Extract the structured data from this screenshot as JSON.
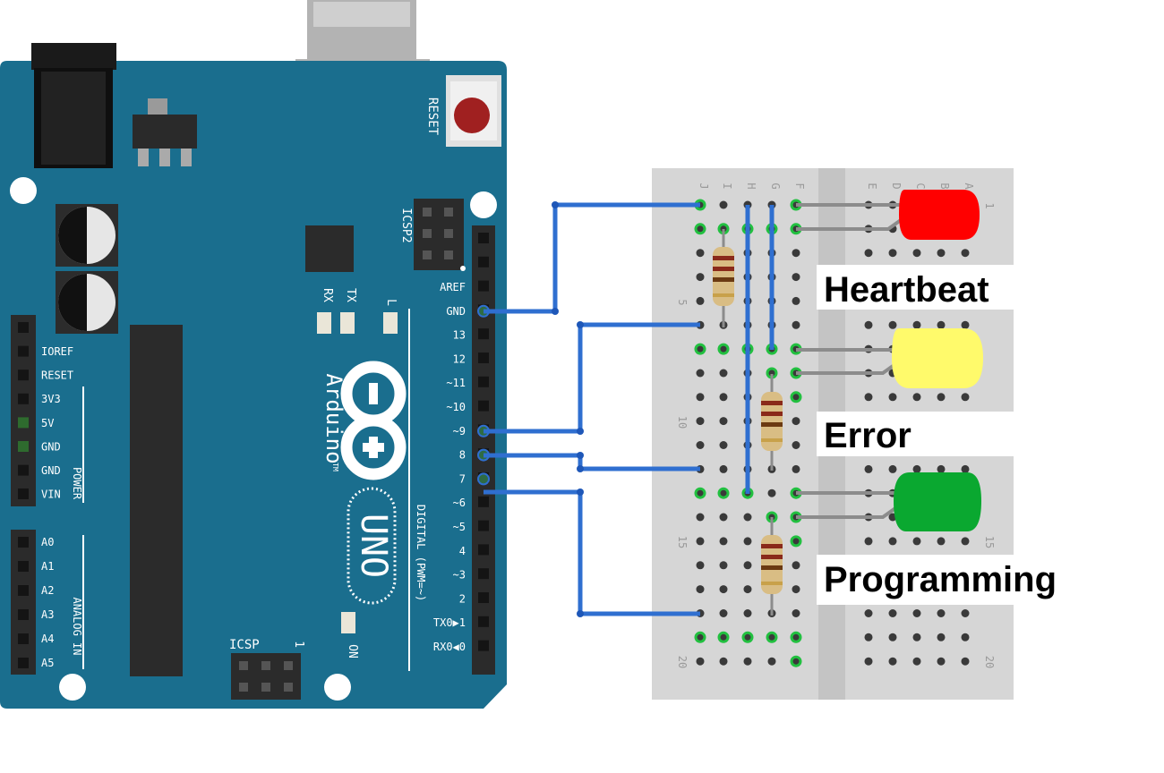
{
  "board": {
    "name": "UNO",
    "brand": "Arduino",
    "trademark": "TM",
    "reset_label": "RESET",
    "icsp2_label": "ICSP2",
    "icsp_label": "ICSP",
    "icsp_pin1": "1",
    "rx_label": "RX",
    "tx_label": "TX",
    "l_label": "L",
    "on_label": "ON",
    "digital_label": "DIGITAL (PWM=~)",
    "power_label": "POWER",
    "analog_label": "ANALOG IN",
    "digital_pins": [
      "AREF",
      "GND",
      "13",
      "12",
      "~11",
      "~10",
      "~9",
      "8",
      "7",
      "~6",
      "~5",
      "4",
      "~3",
      "2",
      "TX0▶1",
      "RX0◀0"
    ],
    "power_pins": [
      "IOREF",
      "RESET",
      "3V3",
      "5V",
      "GND",
      "GND",
      "VIN"
    ],
    "analog_pins": [
      "A0",
      "A1",
      "A2",
      "A3",
      "A4",
      "A5"
    ],
    "colors": {
      "pcb": "#1a6e8e",
      "wire": "#2f6fd0",
      "header": "#2b2b2b"
    }
  },
  "breadboard": {
    "columns_left": [
      "J",
      "I",
      "H",
      "G",
      "F"
    ],
    "columns_right": [
      "E",
      "D",
      "C",
      "B",
      "A"
    ],
    "row_labels_left": [
      "5",
      "10",
      "15",
      "20"
    ],
    "row_labels_right": [
      "1",
      "15",
      "20"
    ]
  },
  "leds": [
    {
      "label": "Heartbeat",
      "color": "#ff0000"
    },
    {
      "label": "Error",
      "color": "#fffa6b"
    },
    {
      "label": "Programming",
      "color": "#0aa830"
    }
  ]
}
